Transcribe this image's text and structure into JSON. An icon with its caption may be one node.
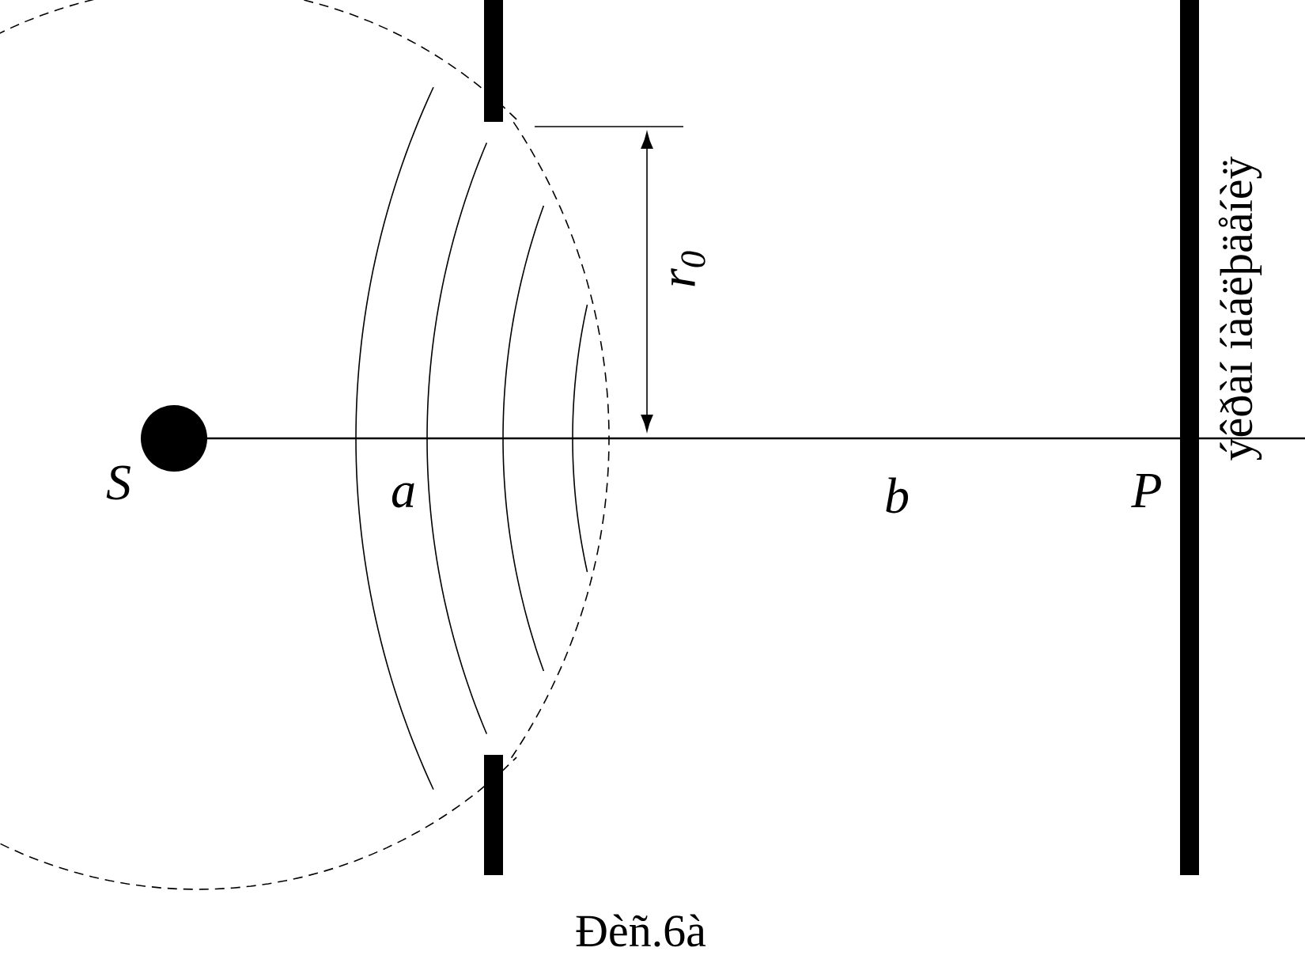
{
  "diagram": {
    "caption": "Ðèñ.6à",
    "labels": [
      "S",
      "a",
      "r$_{0}$",
      "b",
      "P",
      "ýêðàí íàáëþäåíèÿ"
    ]
  }
}
